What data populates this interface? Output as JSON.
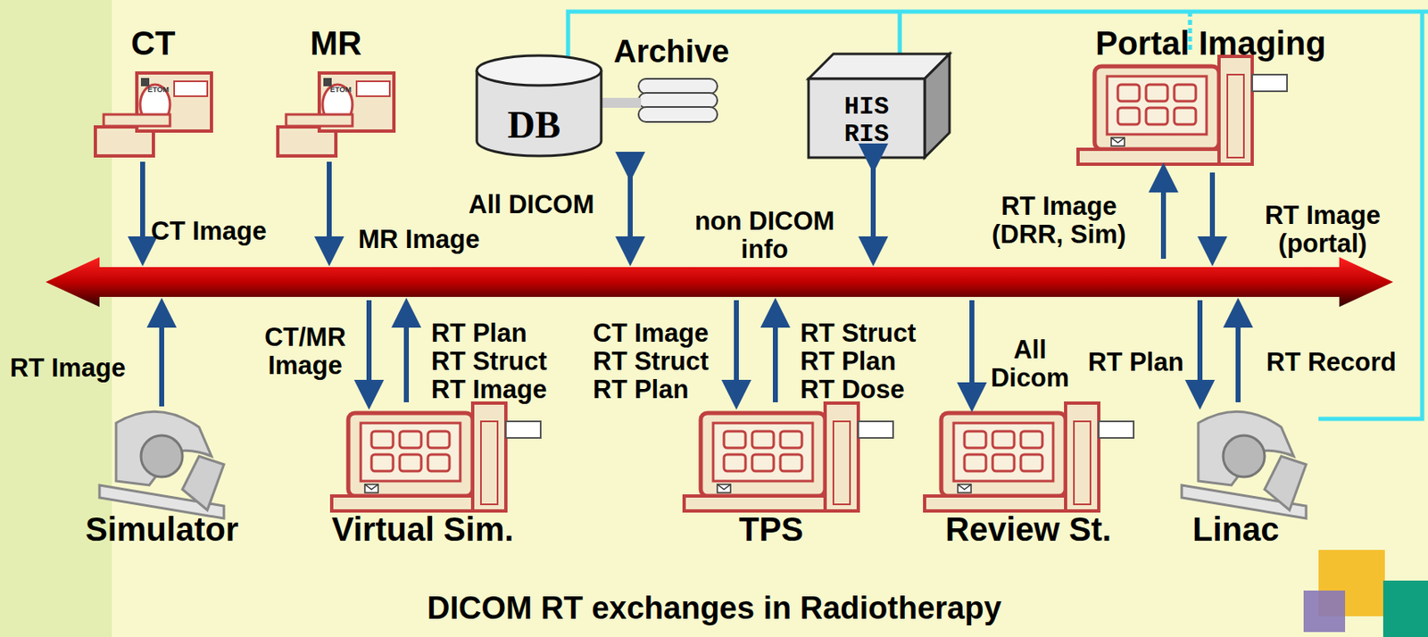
{
  "diagram": {
    "caption": "DICOM RT exchanges in Radiotherapy",
    "nodes": [
      {
        "text": [
          "CT"
        ]
      },
      {
        "text": [
          "MR"
        ]
      },
      {
        "text": [
          "Archive",
          "DB"
        ]
      },
      {
        "text": [
          "HIS RIS"
        ]
      },
      {
        "text": [
          "Portal Imaging"
        ]
      },
      {
        "text": [
          "Simulator"
        ]
      },
      {
        "text": [
          "Virtual Sim."
        ]
      },
      {
        "text": [
          "TPS"
        ]
      },
      {
        "text": [
          "Review St."
        ]
      },
      {
        "text": [
          "Linac"
        ]
      }
    ],
    "labels": [
      "ETOM",
      "ETOM",
      "CT Image",
      "MR Image",
      "All DICOM",
      "non DICOM info",
      "RT Image (DRR, Sim)",
      "RT Image (portal)",
      "RT Image",
      "CT/MR Image",
      "RT Plan RT Struct RT Image",
      "CT Image RT Struct RT Plan",
      "RT Struct RT Plan RT Dose",
      "All Dicom",
      "RT Plan",
      "RT Record"
    ]
  }
}
